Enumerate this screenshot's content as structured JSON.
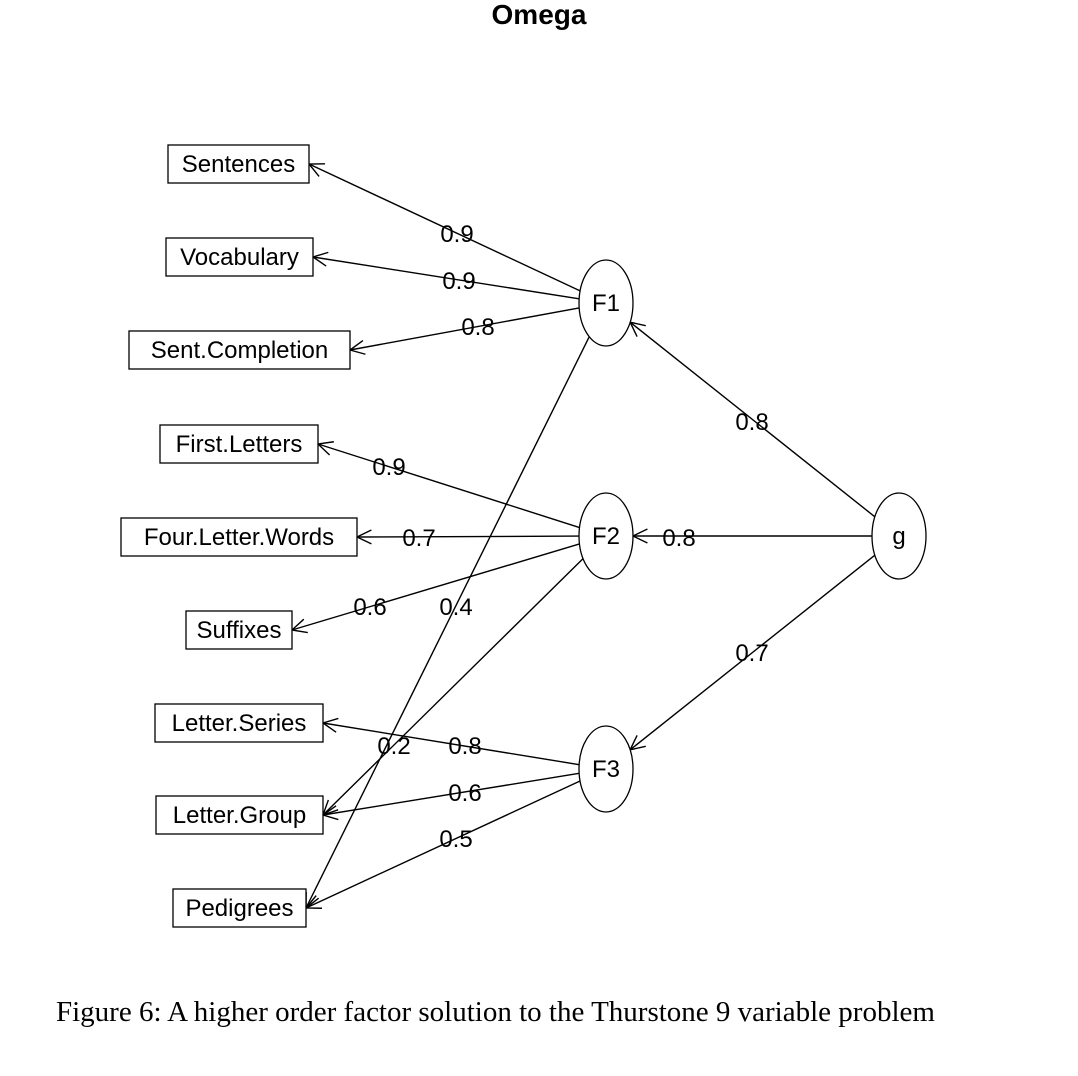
{
  "title": "Omega",
  "caption": "Figure 6: A higher order factor solution to the Thurstone 9 variable problem",
  "diagram": {
    "general_factor": "g",
    "factors": [
      "F1",
      "F2",
      "F3"
    ],
    "variables": [
      "Sentences",
      "Vocabulary",
      "Sent.Completion",
      "First.Letters",
      "Four.Letter.Words",
      "Suffixes",
      "Letter.Series",
      "Letter.Group",
      "Pedigrees"
    ],
    "edges": [
      {
        "from": "g",
        "to": "F1",
        "loading": "0.8"
      },
      {
        "from": "g",
        "to": "F2",
        "loading": "0.8"
      },
      {
        "from": "g",
        "to": "F3",
        "loading": "0.7"
      },
      {
        "from": "F1",
        "to": "Sentences",
        "loading": "0.9"
      },
      {
        "from": "F1",
        "to": "Vocabulary",
        "loading": "0.9"
      },
      {
        "from": "F1",
        "to": "Sent.Completion",
        "loading": "0.8"
      },
      {
        "from": "F1",
        "to": "Pedigrees",
        "loading": "0.4"
      },
      {
        "from": "F2",
        "to": "First.Letters",
        "loading": "0.9"
      },
      {
        "from": "F2",
        "to": "Four.Letter.Words",
        "loading": "0.7"
      },
      {
        "from": "F2",
        "to": "Suffixes",
        "loading": "0.6"
      },
      {
        "from": "F2",
        "to": "Letter.Group",
        "loading": "0.2"
      },
      {
        "from": "F3",
        "to": "Letter.Series",
        "loading": "0.8"
      },
      {
        "from": "F3",
        "to": "Letter.Group",
        "loading": "0.6"
      },
      {
        "from": "F3",
        "to": "Pedigrees",
        "loading": "0.5"
      }
    ]
  }
}
